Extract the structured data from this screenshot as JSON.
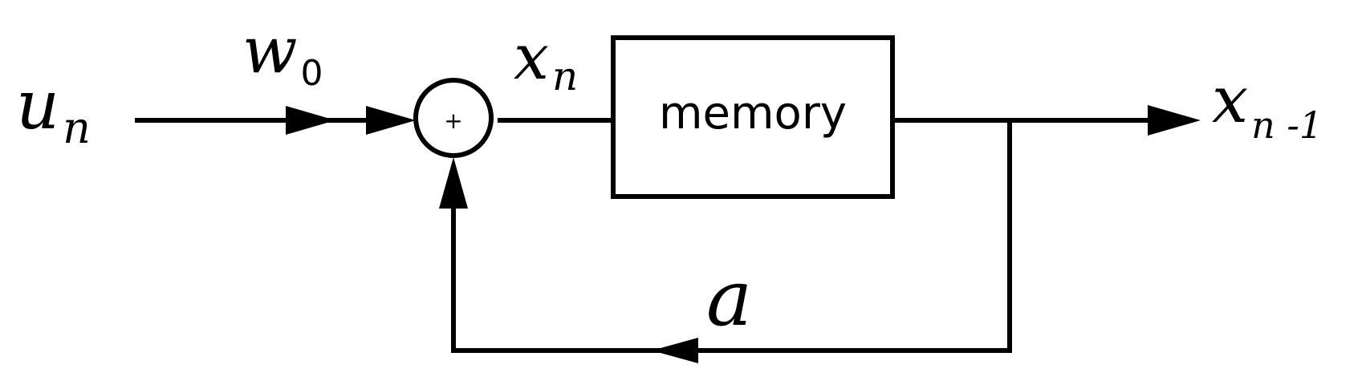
{
  "labels": {
    "input": {
      "var": "u",
      "sub": "n"
    },
    "gain": {
      "var": "w",
      "sub": "0"
    },
    "state": {
      "var": "x",
      "sub": "n"
    },
    "output": {
      "var": "x",
      "sub": "n -1"
    },
    "feedback": {
      "var": "a"
    }
  },
  "summing_junction": {
    "symbol": "+"
  },
  "block": {
    "label": "memory"
  },
  "colors": {
    "ink": "#000000",
    "background": "#ffffff"
  }
}
